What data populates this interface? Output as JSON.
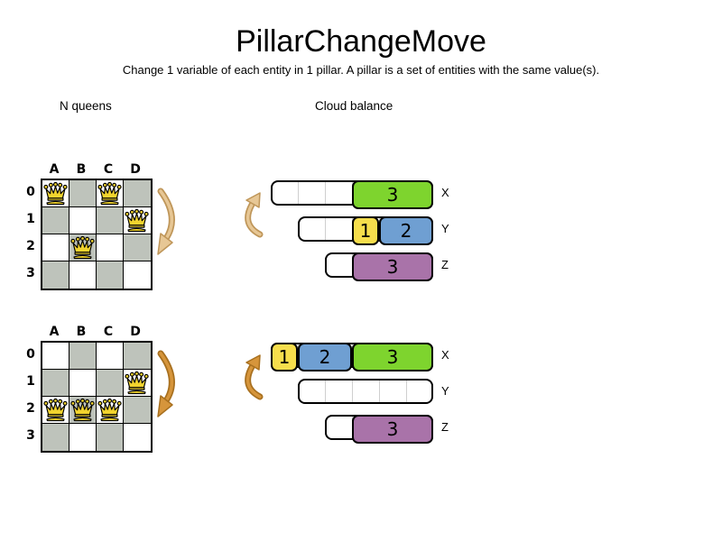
{
  "title": "PillarChangeMove",
  "subtitle": "Change 1 variable of each entity in 1 pillar. A pillar is a set of entities with the same value(s).",
  "sections": {
    "nqueens": {
      "label": "N queens"
    },
    "cloudbalance": {
      "label": "Cloud balance"
    }
  },
  "colors": {
    "green": "#7ed42e",
    "yellow": "#f6de4c",
    "blue": "#6f9fd2",
    "purple": "#a973a9",
    "board_dark_cell": "#bec3bb",
    "queen_gold": "#f2d42e",
    "arrow_before_fill": "#e7c795",
    "arrow_before_stroke": "#bf9659",
    "arrow_after_fill": "#d6953b",
    "arrow_after_stroke": "#a8701f"
  },
  "icons": {
    "queen": "queen-crown-icon",
    "move_arrow": "pillar-move-arrow-icon"
  },
  "boards": [
    {
      "state": "before",
      "columns": [
        "A",
        "B",
        "C",
        "D"
      ],
      "rows": [
        "0",
        "1",
        "2",
        "3"
      ],
      "queens": [
        {
          "column": "A",
          "row": 0
        },
        {
          "column": "C",
          "row": 0
        },
        {
          "column": "D",
          "row": 1
        },
        {
          "column": "B",
          "row": 2
        }
      ]
    },
    {
      "state": "after",
      "columns": [
        "A",
        "B",
        "C",
        "D"
      ],
      "rows": [
        "0",
        "1",
        "2",
        "3"
      ],
      "queens": [
        {
          "column": "D",
          "row": 1
        },
        {
          "column": "A",
          "row": 2
        },
        {
          "column": "B",
          "row": 2
        },
        {
          "column": "C",
          "row": 2
        }
      ]
    }
  ],
  "cloud": [
    {
      "state": "before",
      "computers": [
        {
          "label": "X",
          "capacity": 6,
          "processes": [
            {
              "value": "3",
              "size": 3,
              "color": "green"
            }
          ]
        },
        {
          "label": "Y",
          "capacity": 5,
          "processes": [
            {
              "value": "1",
              "size": 1,
              "color": "yellow"
            },
            {
              "value": "2",
              "size": 2,
              "color": "blue"
            }
          ]
        },
        {
          "label": "Z",
          "capacity": 4,
          "processes": [
            {
              "value": "3",
              "size": 3,
              "color": "purple"
            }
          ]
        }
      ]
    },
    {
      "state": "after",
      "computers": [
        {
          "label": "X",
          "capacity": 6,
          "processes": [
            {
              "value": "1",
              "size": 1,
              "color": "yellow"
            },
            {
              "value": "2",
              "size": 2,
              "color": "blue"
            },
            {
              "value": "3",
              "size": 3,
              "color": "green"
            }
          ]
        },
        {
          "label": "Y",
          "capacity": 5,
          "processes": []
        },
        {
          "label": "Z",
          "capacity": 4,
          "processes": [
            {
              "value": "3",
              "size": 3,
              "color": "purple"
            }
          ]
        }
      ]
    }
  ]
}
